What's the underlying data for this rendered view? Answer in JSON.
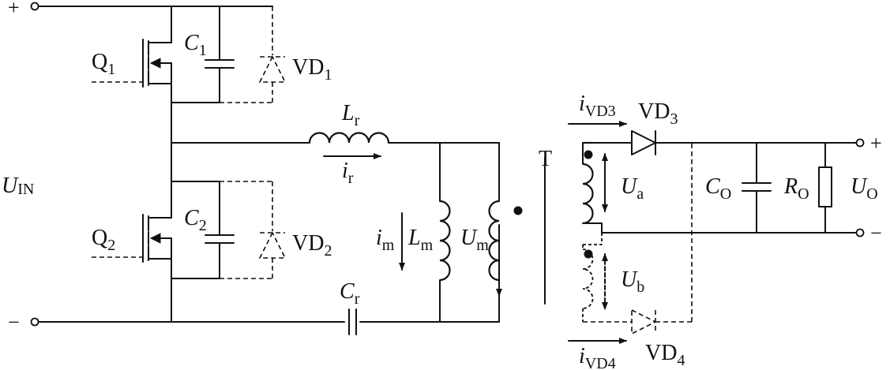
{
  "colors": {
    "ink": "#111111",
    "background": "#ffffff"
  },
  "labels": {
    "plus_in": "+",
    "minus_in": "−",
    "u_in": "U",
    "u_in_sub": "IN",
    "q1": "Q",
    "q1_sub": "1",
    "q2": "Q",
    "q2_sub": "2",
    "c1": "C",
    "c1_sub": "1",
    "c2": "C",
    "c2_sub": "2",
    "vd1": "VD",
    "vd1_sub": "1",
    "vd2": "VD",
    "vd2_sub": "2",
    "lr": "L",
    "lr_sub": "r",
    "ir": "i",
    "ir_sub": "r",
    "im": "i",
    "im_sub": "m",
    "lm": "L",
    "lm_sub": "m",
    "um": "U",
    "um_sub": "m",
    "cr": "C",
    "cr_sub": "r",
    "t": "T",
    "ivd3": "i",
    "ivd3_sub": "VD3",
    "vd3": "VD",
    "vd3_sub": "3",
    "ua": "U",
    "ua_sub": "a",
    "ub": "U",
    "ub_sub": "b",
    "ivd4": "i",
    "ivd4_sub": "VD4",
    "vd4": "VD",
    "vd4_sub": "4",
    "co": "C",
    "co_sub": "O",
    "ro": "R",
    "ro_sub": "O",
    "uo": "U",
    "uo_sub": "O",
    "plus_out": "+",
    "minus_out": "−"
  }
}
